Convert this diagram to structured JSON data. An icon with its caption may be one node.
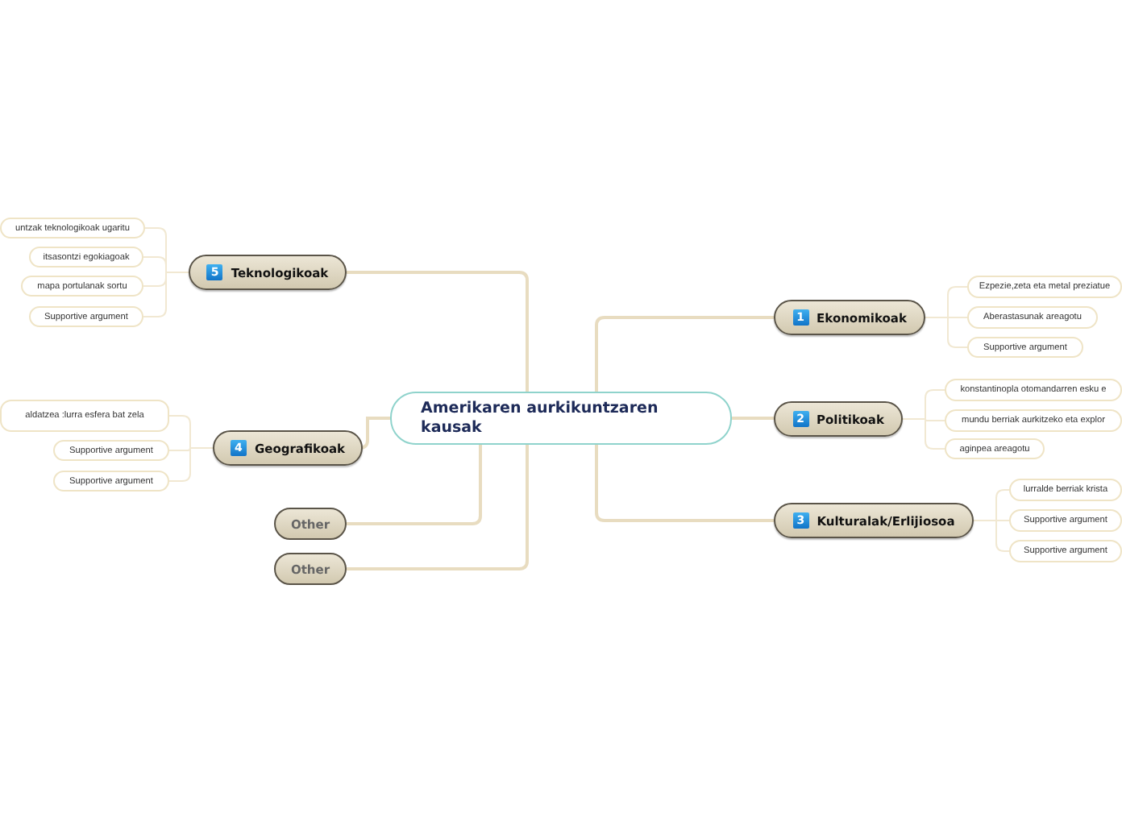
{
  "diagram": {
    "nodes": [
      {
        "text": [
          "Amerikaren aurkikuntzaren kausak"
        ]
      },
      {
        "text": [
          "1",
          "Ekonomikoak"
        ]
      },
      {
        "text": [
          "Ezpezie,zeta eta metal preziatue"
        ]
      },
      {
        "text": [
          "Aberastasunak areagotu"
        ]
      },
      {
        "text": [
          "Supportive argument"
        ]
      },
      {
        "text": [
          "2",
          "Politikoak"
        ]
      },
      {
        "text": [
          "konstantinopla otomandarren esku e"
        ]
      },
      {
        "text": [
          "mundu berriak aurkitzeko eta explor"
        ]
      },
      {
        "text": [
          "aginpea areagotu"
        ]
      },
      {
        "text": [
          "3",
          "Kulturalak/Erlijiosoa"
        ]
      },
      {
        "text": [
          "lurralde berriak krista"
        ]
      },
      {
        "text": [
          "Supportive argument"
        ]
      },
      {
        "text": [
          "Supportive argument"
        ]
      },
      {
        "text": [
          "5",
          "Teknologikoak"
        ]
      },
      {
        "text": [
          "untzak teknologikoak ugaritu"
        ]
      },
      {
        "text": [
          "itsasontzi egokiagoak"
        ]
      },
      {
        "text": [
          "mapa portulanak sortu"
        ]
      },
      {
        "text": [
          "Supportive argument"
        ]
      },
      {
        "text": [
          "4",
          "Geografikoak"
        ]
      },
      {
        "text": [
          "aldatzea :lurra esfera bat zela"
        ]
      },
      {
        "text": [
          "Supportive argument"
        ]
      },
      {
        "text": [
          "Supportive argument"
        ]
      },
      {
        "text": [
          "Other"
        ]
      },
      {
        "text": [
          "Other"
        ]
      }
    ],
    "edges": [
      {
        "from": 0,
        "to": 1,
        "arrow": "none"
      },
      {
        "from": 1,
        "to": 2,
        "arrow": "none"
      },
      {
        "from": 1,
        "to": 3,
        "arrow": "none"
      },
      {
        "from": 1,
        "to": 4,
        "arrow": "none"
      },
      {
        "from": 0,
        "to": 5,
        "arrow": "none"
      },
      {
        "from": 5,
        "to": 6,
        "arrow": "none"
      },
      {
        "from": 5,
        "to": 7,
        "arrow": "none"
      },
      {
        "from": 5,
        "to": 8,
        "arrow": "none"
      },
      {
        "from": 0,
        "to": 9,
        "arrow": "none"
      },
      {
        "from": 9,
        "to": 10,
        "arrow": "none"
      },
      {
        "from": 9,
        "to": 11,
        "arrow": "none"
      },
      {
        "from": 9,
        "to": 12,
        "arrow": "none"
      },
      {
        "from": 0,
        "to": 13,
        "arrow": "none"
      },
      {
        "from": 13,
        "to": 14,
        "arrow": "none"
      },
      {
        "from": 13,
        "to": 15,
        "arrow": "none"
      },
      {
        "from": 13,
        "to": 16,
        "arrow": "none"
      },
      {
        "from": 13,
        "to": 17,
        "arrow": "none"
      },
      {
        "from": 0,
        "to": 18,
        "arrow": "none"
      },
      {
        "from": 18,
        "to": 19,
        "arrow": "none"
      },
      {
        "from": 18,
        "to": 20,
        "arrow": "none"
      },
      {
        "from": 18,
        "to": 21,
        "arrow": "none"
      },
      {
        "from": 0,
        "to": 22,
        "arrow": "none"
      },
      {
        "from": 0,
        "to": 23,
        "arrow": "none"
      }
    ]
  }
}
